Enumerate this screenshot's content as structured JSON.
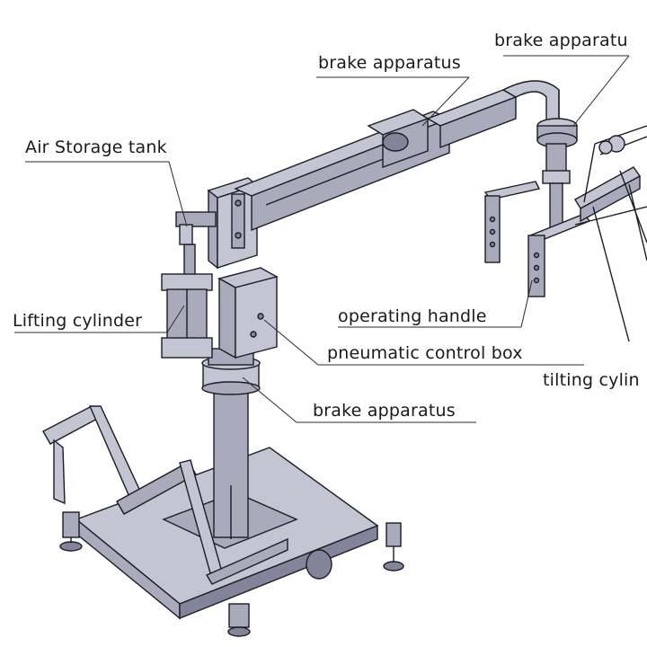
{
  "labels": {
    "brake_top_right": "brake apparatu",
    "brake_top": "brake apparatus",
    "air_storage": "Air Storage tank",
    "lifting_cylinder": "Lifting cylinder",
    "operating_handle": "operating handle",
    "pneumatic_box": "pneumatic control box",
    "tilting_cylinder": "tilting cylin",
    "brake_bottom": "brake apparatus"
  }
}
